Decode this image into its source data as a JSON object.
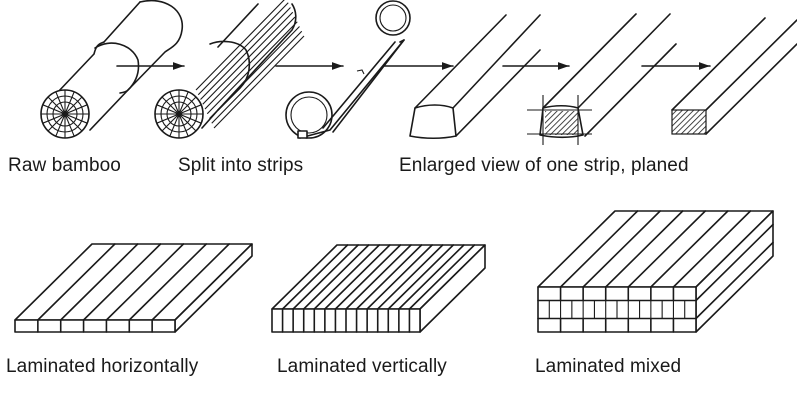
{
  "title": "Bamboo lamination process",
  "colors": {
    "ink": "#1a1a1a",
    "background": "#ffffff"
  },
  "process_steps": [
    {
      "id": "raw",
      "label": "Raw bamboo"
    },
    {
      "id": "split",
      "label": "Split into strips"
    },
    {
      "id": "enlarged",
      "label": "Enlarged view of one strip, planed"
    }
  ],
  "lamination_types": [
    {
      "id": "horizontal",
      "label": "Laminated horizontally",
      "strips": 7
    },
    {
      "id": "vertical",
      "label": "Laminated vertically",
      "strips": 14
    },
    {
      "id": "mixed",
      "label": "Laminated mixed",
      "strips": 7
    }
  ]
}
